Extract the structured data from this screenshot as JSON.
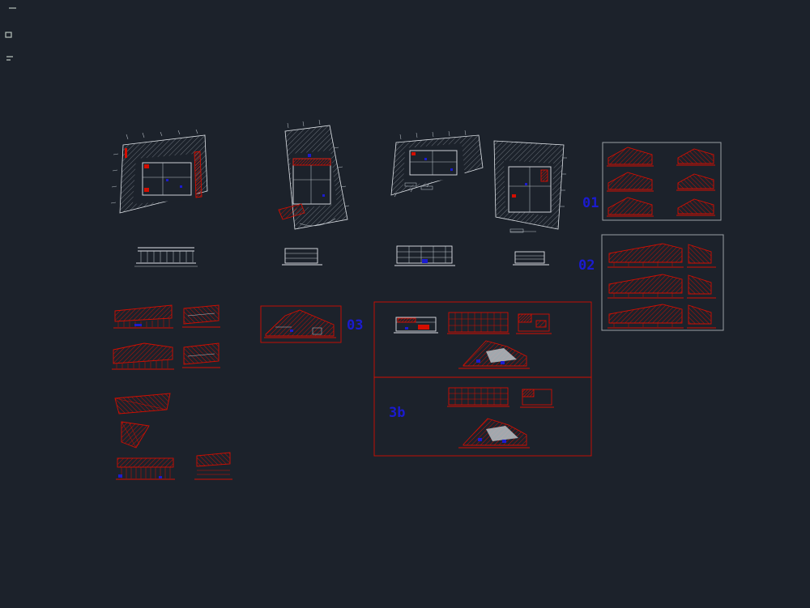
{
  "canvas": {
    "background": "#1c222b",
    "palette": {
      "drawing_red": "#d40e00",
      "drawing_white": "#dfe3e8",
      "annotation_blue": "#1b1bd0",
      "group_border_gray": "#9aa0a6"
    }
  },
  "labels": {
    "group01": "01",
    "group02": "02",
    "group03": "03",
    "group3b": "3b"
  },
  "sheets": [
    {
      "id": "01",
      "label": "01",
      "border": "gray",
      "items": 6
    },
    {
      "id": "02",
      "label": "02",
      "border": "gray",
      "items": 3
    },
    {
      "id": "03",
      "label": "03",
      "border": "red",
      "items": 1
    },
    {
      "id": "3b",
      "label": "3b",
      "border": "red",
      "items": 3
    }
  ]
}
